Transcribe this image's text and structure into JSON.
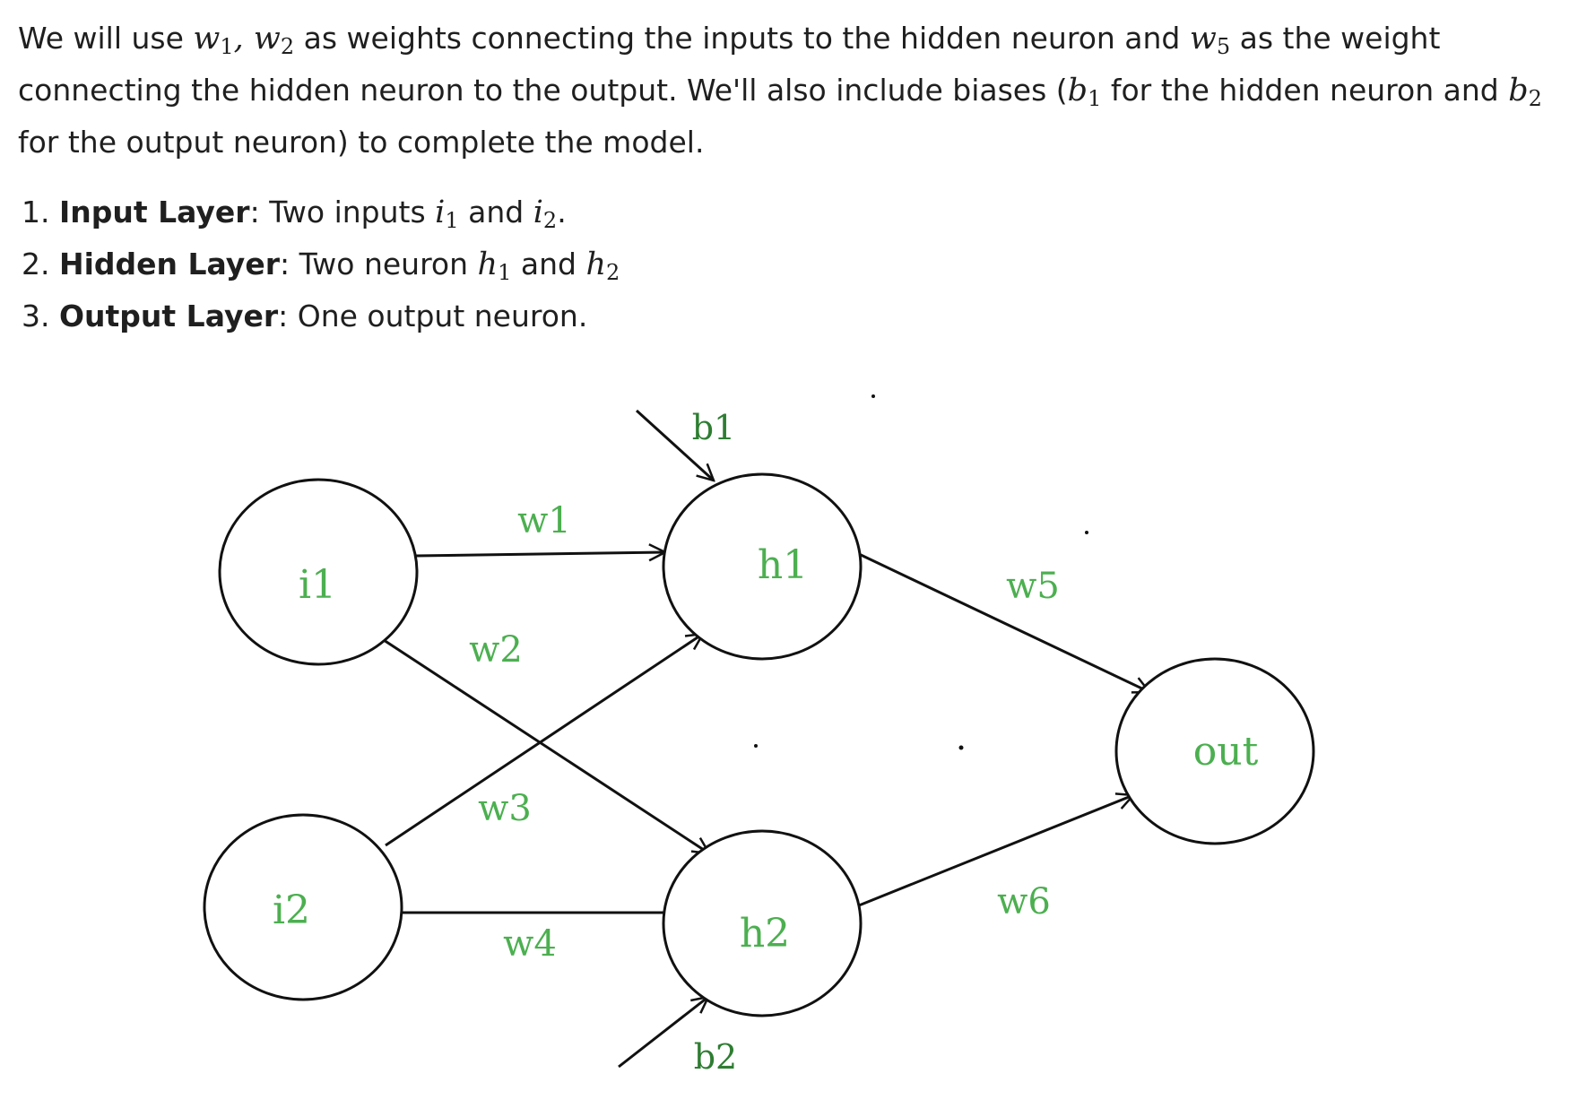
{
  "intro": {
    "p1": "We will use ",
    "w1": "w",
    "w1_sub": "1",
    "comma": ", ",
    "w2": "w",
    "w2_sub": "2",
    "p2": " as weights connecting the inputs to the hidden neuron and ",
    "w5": "w",
    "w5_sub": "5",
    "p3": " as the weight connecting the hidden neuron to the output. We'll also include biases (",
    "b1": "b",
    "b1_sub": "1",
    "p4": " for the hidden neuron and ",
    "b2": "b",
    "b2_sub": "2",
    "p5": " for the output neuron) to complete the model."
  },
  "layers": [
    {
      "num": "1. ",
      "title": "Input Layer",
      "text": ": Two inputs ",
      "v1": "i",
      "v1_sub": "1",
      "mid": " and ",
      "v2": "i",
      "v2_sub": "2",
      "end": "."
    },
    {
      "num": "2. ",
      "title": "Hidden Layer",
      "text": ": Two neuron ",
      "v1": "h",
      "v1_sub": "1",
      "mid": " and ",
      "v2": "h",
      "v2_sub": "2",
      "end": ""
    },
    {
      "num": "3. ",
      "title": "Output Layer",
      "text": ": One output neuron."
    }
  ],
  "diagram": {
    "nodes": {
      "i1": "i1",
      "i2": "i2",
      "h1": "h1",
      "h2": "h2",
      "out": "out"
    },
    "weights": {
      "w1": "w1",
      "w2": "w2",
      "w3": "w3",
      "w4": "w4",
      "w5": "w5",
      "w6": "w6"
    },
    "biases": {
      "b1": "b1",
      "b2": "b2"
    },
    "label_color": "#4caf50",
    "bias_color": "#2e7d32"
  }
}
